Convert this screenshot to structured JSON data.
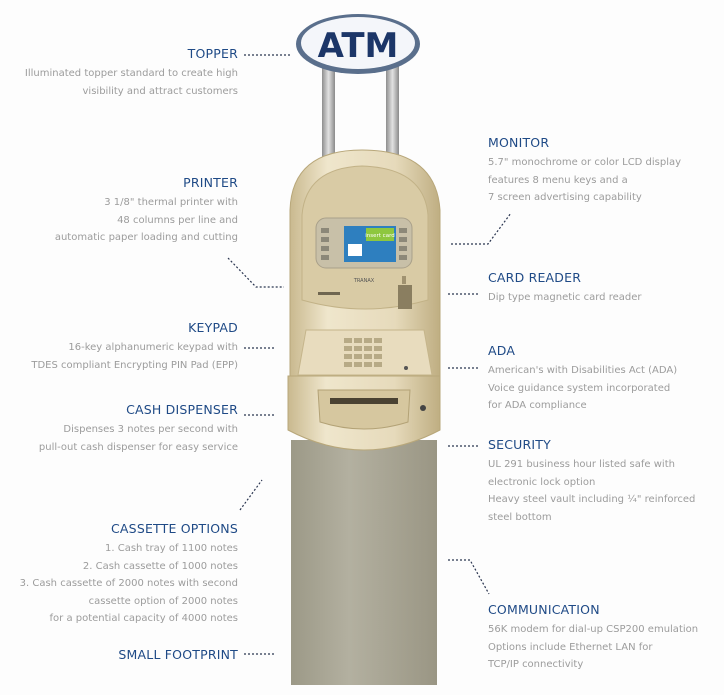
{
  "atm": {
    "topper_text": "ATM",
    "screen_text": "insert card",
    "brand": "TRANAX"
  },
  "callouts_left": [
    {
      "title": "TOPPER",
      "lines": [
        "Illuminated topper standard to create high",
        "visibility and attract customers"
      ]
    },
    {
      "title": "PRINTER",
      "lines": [
        "3 1/8\" thermal printer with",
        "48 columns per line and",
        "automatic paper loading and cutting"
      ]
    },
    {
      "title": "KEYPAD",
      "lines": [
        "16-key alphanumeric keypad with",
        "TDES compliant Encrypting PIN Pad (EPP)"
      ]
    },
    {
      "title": "CASH DISPENSER",
      "lines": [
        "Dispenses 3 notes per second  with",
        "pull-out cash dispenser for easy service"
      ]
    },
    {
      "title": "CASSETTE OPTIONS",
      "lines": [
        "1. Cash tray of 1100 notes",
        "2. Cash cassette of 1000 notes",
        "3. Cash cassette of 2000 notes with second",
        "cassette option of 2000 notes",
        "for a potential capacity of 4000 notes"
      ]
    },
    {
      "title": "SMALL FOOTPRINT",
      "lines": []
    }
  ],
  "callouts_right": [
    {
      "title": "MONITOR",
      "lines": [
        "5.7\" monochrome or color LCD display",
        "features 8 menu keys and a",
        "7 screen advertising capability"
      ]
    },
    {
      "title": "CARD READER",
      "lines": [
        "Dip type magnetic card reader"
      ]
    },
    {
      "title": "ADA",
      "lines": [
        "American's with Disabilities Act (ADA)",
        "Voice guidance system incorporated",
        "for ADA compliance"
      ]
    },
    {
      "title": "SECURITY",
      "lines": [
        "UL 291 business hour listed safe with",
        "electronic lock option",
        "Heavy steel vault including ¼\" reinforced",
        "steel bottom"
      ]
    },
    {
      "title": "COMMUNICATION",
      "lines": [
        "56K modem for dial-up CSP200 emulation",
        "Options include Ethernet LAN for",
        "TCP/IP connectivity"
      ]
    }
  ],
  "colors": {
    "heading": "#1f4a86",
    "body": "#9c9c9c",
    "cabinet": "#e3d6b4",
    "pedestal": "#a8a594"
  }
}
